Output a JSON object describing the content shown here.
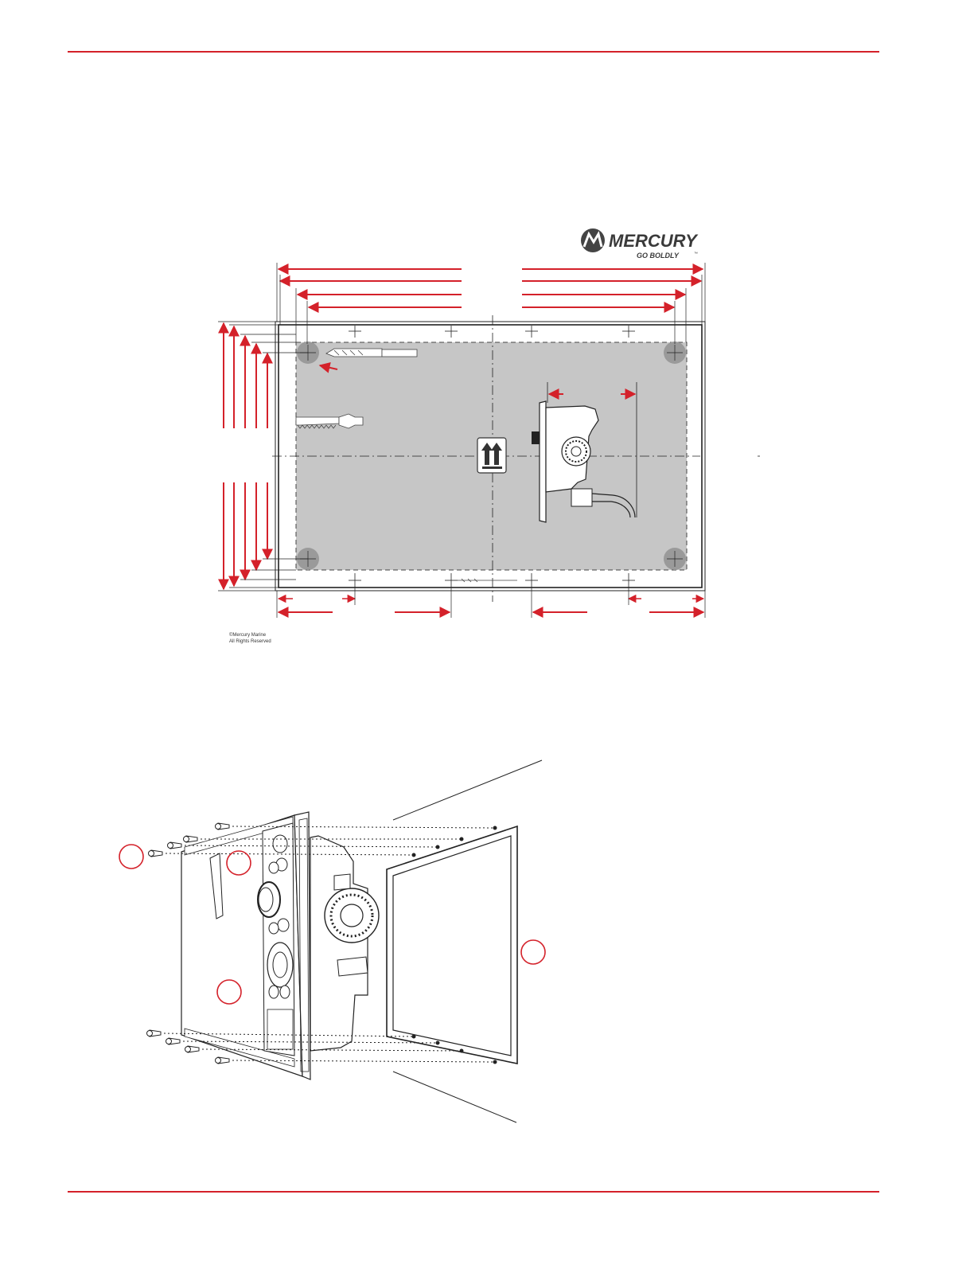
{
  "brand": {
    "name": "MERCURY",
    "tagline": "GO BOLDLY",
    "trademark": "™"
  },
  "template": {
    "copyright_line1": "©Mercury Marine",
    "copyright_line2": "All Rights Reserved"
  },
  "colors": {
    "accent_red": "#d4212a",
    "template_gray": "#c6c6c6",
    "line_dark": "#222222"
  },
  "icons": {
    "drill": "drill-bit-icon",
    "jigsaw": "jigsaw-blade-icon",
    "orientation": "this-side-up-icon",
    "display": "display-side-view-icon",
    "screw": "screw-icon",
    "callout": "callout-circle-icon"
  }
}
